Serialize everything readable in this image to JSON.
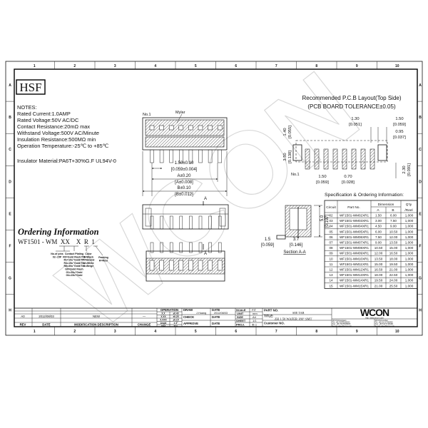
{
  "logo_box": "HSF",
  "notes": {
    "title": "NOTES:",
    "lines": [
      "Rated Current:1.0AMP",
      "Rated Voltage:50V AC/DC",
      "Contact Resistance:20mΩ  max",
      "Withstand Voltage:500V AC/Minute",
      "Insulation Resistance:500MΩ min",
      "Operation Temperature:-25℃ to +85℃"
    ],
    "insulator": "Insulator Material:PA6T+30%G.F UL94V-0"
  },
  "top_view": {
    "no1": "No.1",
    "mylar": "Mylar",
    "pitch": "1.50±0.10",
    "pitch_in": "[0.059±0.004]",
    "dim_a": "A±0.20",
    "dim_a_in": "[A±0.008]",
    "dim_b": "B±0.10",
    "dim_b_in": "[B±0.012]",
    "section_mark": "A"
  },
  "pcb_layout": {
    "title": "Recommended P.C.B Layout(Top Side)",
    "subtitle": "(PCB BOARD TOLERANCE±0.05)",
    "d1": "1.30",
    "d1_in": "[0.051]",
    "d2": "1.50",
    "d2_in": "[0.059]",
    "d3": "0.95",
    "d3_in": "[0.037]",
    "d4": "1.40",
    "d4_in": "[0.055]",
    "d5": "3.50",
    "d5_in": "[0.138]",
    "d6": "2.30",
    "d6_in": "[0.091]",
    "d7": "1.50",
    "d7_in": "[0.059]",
    "d8": "0.70",
    "d8_in": "[0.028]",
    "no1": "No.1"
  },
  "section": {
    "h": "5.0",
    "h_in": "[0.197]",
    "w1": "1.5",
    "w1_in": "[0.059]",
    "w2": "3.7",
    "w2_in": "[0.146]",
    "label": "Section A-A"
  },
  "spec_table": {
    "title": "Specification & Ordering Information:",
    "headers": {
      "circuit": "Circuit",
      "part": "Part No.",
      "dimension": "Dimension",
      "a": "A",
      "b": "B",
      "qty": "Q'ty",
      "qty2": "/Reel"
    },
    "rows": [
      [
        "02",
        "WF1501-WM02XR1",
        "1.50",
        "6.00",
        "1,000"
      ],
      [
        "03",
        "WF1501-WM03XR1",
        "3.00",
        "7.50",
        "1,000"
      ],
      [
        "04",
        "WF1501-WM04XR1",
        "4.50",
        "9.00",
        "1,000"
      ],
      [
        "05",
        "WF1501-WM05XR1",
        "6.00",
        "10.50",
        "1,000"
      ],
      [
        "06",
        "WF1501-WM06XR1",
        "7.50",
        "12.00",
        "1,000"
      ],
      [
        "07",
        "WF1501-WM07XR1",
        "9.00",
        "13.50",
        "1,000"
      ],
      [
        "08",
        "WF1501-WM08XR1",
        "10.50",
        "15.00",
        "1,000"
      ],
      [
        "09",
        "WF1501-WM09XR1",
        "12.00",
        "16.50",
        "1,000"
      ],
      [
        "10",
        "WF1501-WM10XR1",
        "13.50",
        "18.00",
        "1,000"
      ],
      [
        "11",
        "WF1501-WM11XR1",
        "15.00",
        "19.50",
        "1,000"
      ],
      [
        "12",
        "WF1501-WM12XR1",
        "16.50",
        "21.00",
        "1,000"
      ],
      [
        "13",
        "WF1501-WM13XR1",
        "18.00",
        "22.50",
        "1,000"
      ],
      [
        "14",
        "WF1501-WM14XR1",
        "19.50",
        "24.00",
        "1,000"
      ],
      [
        "15",
        "WF1501-WM15XR1",
        "21.00",
        "25.50",
        "1,000"
      ]
    ]
  },
  "ordering": {
    "title": "Ordering Information",
    "code": "WF1501 - WM  XX    X  R  1",
    "pins": [
      "No.of pins",
      "02~15P"
    ],
    "plating": [
      "Contact Plating",
      "R0=Gold Flash/Tin",
      "R1=10u\"Gold/Tin",
      "R4=15u\"Gold/Tin",
      "R5=30u\"Gold/Tin",
      "G0=Gold Flash",
      "G1=10u\"Gold",
      "G4=15u\"Gold"
    ],
    "color": [
      "Color",
      "B=Black",
      "T=Natural",
      "W=White",
      "D=Beige"
    ],
    "packing": [
      "Packing",
      "R=Reel"
    ]
  },
  "watermark": "WCON",
  "frame": {
    "columns": [
      "1",
      "2",
      "3",
      "4",
      "5",
      "6",
      "7",
      "8",
      "9",
      "10"
    ],
    "rows": [
      "A",
      "B",
      "C",
      "D",
      "E",
      "F",
      "G",
      "H"
    ]
  },
  "title_block": {
    "rev_row": {
      "rev": "A0",
      "date": "2012/08/03",
      "desc": "NEW",
      "change": "—"
    },
    "headers": {
      "rev": "REV",
      "date": "DATE",
      "desc": "MODIFICATION  DESCRIPTION",
      "change": "CHANGE"
    },
    "operation": "OPERATION",
    "tolerances": [
      [
        "X.X",
        "±0.40"
      ],
      [
        "X.XX",
        "±0.25"
      ],
      [
        "X.XXX",
        "±0.15"
      ],
      [
        "Angle",
        "± 3°"
      ],
      [
        "DIM",
        "TOL"
      ]
    ],
    "draw": "DRAW",
    "drawer": "J.Huang",
    "check": "CHECK",
    "approve": "APPROVE",
    "date_label": "DATE",
    "draw_date": "2012/08/03",
    "scale": "SCALE",
    "scale_val": "FIT",
    "unit": "UNIT",
    "unit_val": "mm",
    "size": "SIZE",
    "size_val": "A4",
    "sheet": "SHEET",
    "sheet_val": "1/1",
    "proj": "PROJ.",
    "proj_val": "⊕◁",
    "part_no_label": "PART NO.",
    "part_no": "SEE TAB",
    "title_label": "TITLE:",
    "title": "ZH 1.50 WAFER 180° SMT",
    "customer_label": "Customer NO.",
    "company_logo": "WCON",
    "url": "http: www.wcon.com",
    "dongguan": [
      "WCON-Dongguan",
      "Tel: +86 769 85338020",
      "Fax: +86 769 85338815",
      "E-mail: sales@wcon.com"
    ],
    "kunshan": [
      "WCON-Kunshan",
      "Tel: +86 512 57468408",
      "Fax: +86 512 57468481",
      "E-mail: sales@wcon.com"
    ]
  }
}
